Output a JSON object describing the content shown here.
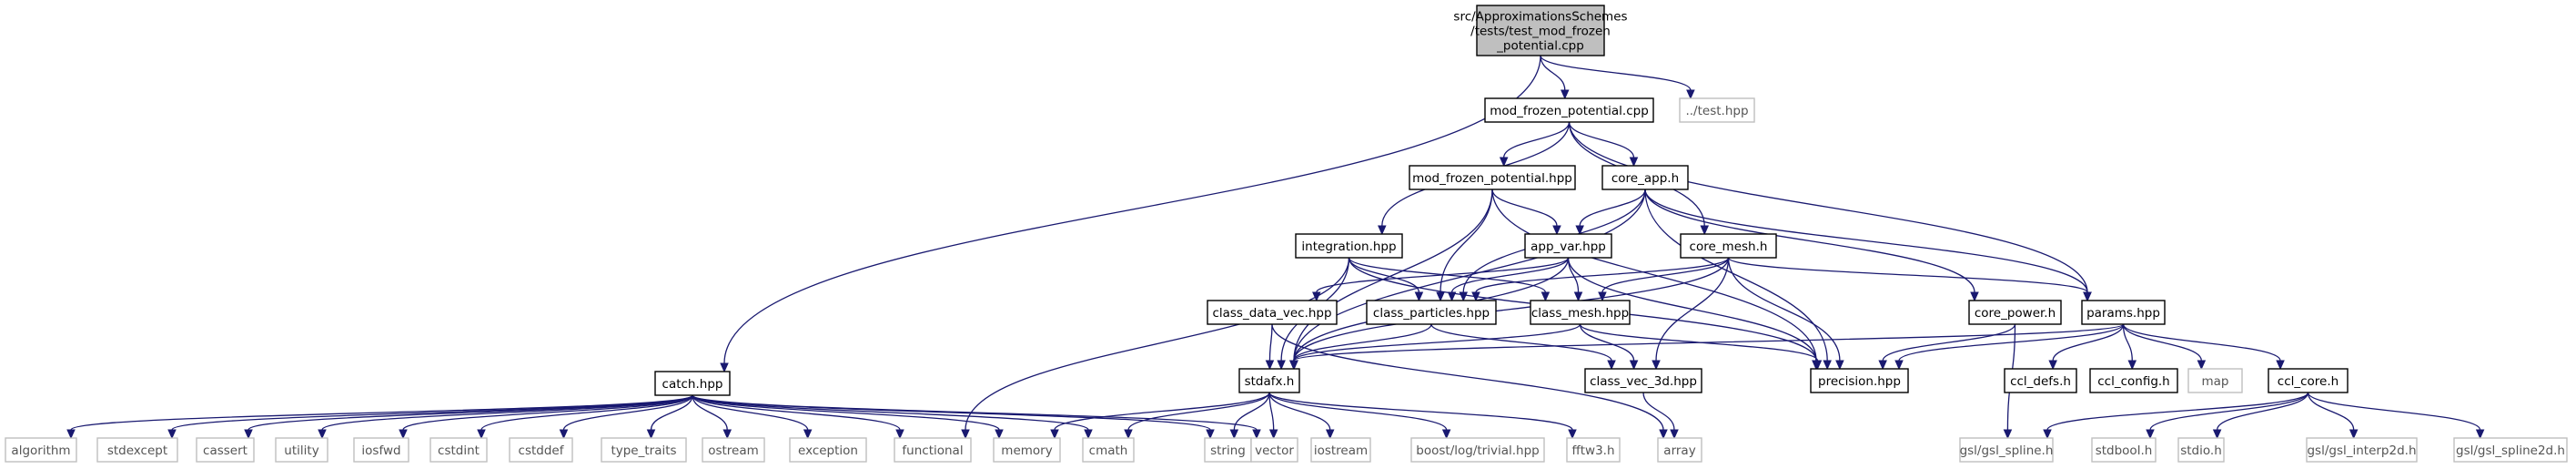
{
  "graph": {
    "root": "src/ApproximationsSchemes/tests/test_mod_frozen_potential.cpp",
    "colors": {
      "root_fill": "#bfbfbf",
      "root_border": "#000000",
      "node_fill": "#ffffff",
      "node_border": "#000000",
      "system_border": "#bfbfbf",
      "system_text": "#555555",
      "edge": "#191970"
    },
    "nodes": [
      {
        "id": "root",
        "lines": [
          "src/ApproximationsSchemes",
          "/tests/test_mod_frozen",
          "_potential.cpp"
        ],
        "kind": "root"
      },
      {
        "id": "test_hpp",
        "lines": [
          "../test.hpp"
        ],
        "kind": "system"
      },
      {
        "id": "mod_cpp",
        "lines": [
          "mod_frozen_potential.cpp"
        ],
        "kind": "normal"
      },
      {
        "id": "mod_hpp",
        "lines": [
          "mod_frozen_potential.hpp"
        ],
        "kind": "normal"
      },
      {
        "id": "core_app",
        "lines": [
          "core_app.h"
        ],
        "kind": "normal"
      },
      {
        "id": "integration",
        "lines": [
          "integration.hpp"
        ],
        "kind": "normal"
      },
      {
        "id": "app_var",
        "lines": [
          "app_var.hpp"
        ],
        "kind": "normal"
      },
      {
        "id": "core_mesh",
        "lines": [
          "core_mesh.h"
        ],
        "kind": "normal"
      },
      {
        "id": "class_data_vec",
        "lines": [
          "class_data_vec.hpp"
        ],
        "kind": "normal"
      },
      {
        "id": "class_particles",
        "lines": [
          "class_particles.hpp"
        ],
        "kind": "normal"
      },
      {
        "id": "class_mesh",
        "lines": [
          "class_mesh.hpp"
        ],
        "kind": "normal"
      },
      {
        "id": "core_power",
        "lines": [
          "core_power.h"
        ],
        "kind": "normal"
      },
      {
        "id": "params",
        "lines": [
          "params.hpp"
        ],
        "kind": "normal"
      },
      {
        "id": "catch",
        "lines": [
          "catch.hpp"
        ],
        "kind": "normal"
      },
      {
        "id": "stdafx",
        "lines": [
          "stdafx.h"
        ],
        "kind": "normal"
      },
      {
        "id": "class_vec_3d",
        "lines": [
          "class_vec_3d.hpp"
        ],
        "kind": "normal"
      },
      {
        "id": "precision",
        "lines": [
          "precision.hpp"
        ],
        "kind": "normal"
      },
      {
        "id": "ccl_defs",
        "lines": [
          "ccl_defs.h"
        ],
        "kind": "normal"
      },
      {
        "id": "ccl_config",
        "lines": [
          "ccl_config.h"
        ],
        "kind": "normal"
      },
      {
        "id": "map",
        "lines": [
          "map"
        ],
        "kind": "system"
      },
      {
        "id": "ccl_core",
        "lines": [
          "ccl_core.h"
        ],
        "kind": "normal"
      },
      {
        "id": "algorithm",
        "lines": [
          "algorithm"
        ],
        "kind": "system"
      },
      {
        "id": "stdexcept",
        "lines": [
          "stdexcept"
        ],
        "kind": "system"
      },
      {
        "id": "cassert",
        "lines": [
          "cassert"
        ],
        "kind": "system"
      },
      {
        "id": "utility",
        "lines": [
          "utility"
        ],
        "kind": "system"
      },
      {
        "id": "iosfwd",
        "lines": [
          "iosfwd"
        ],
        "kind": "system"
      },
      {
        "id": "cstdint",
        "lines": [
          "cstdint"
        ],
        "kind": "system"
      },
      {
        "id": "cstddef",
        "lines": [
          "cstddef"
        ],
        "kind": "system"
      },
      {
        "id": "type_traits",
        "lines": [
          "type_traits"
        ],
        "kind": "system"
      },
      {
        "id": "ostream",
        "lines": [
          "ostream"
        ],
        "kind": "system"
      },
      {
        "id": "exception",
        "lines": [
          "exception"
        ],
        "kind": "system"
      },
      {
        "id": "functional",
        "lines": [
          "functional"
        ],
        "kind": "system"
      },
      {
        "id": "memory",
        "lines": [
          "memory"
        ],
        "kind": "system"
      },
      {
        "id": "cmath",
        "lines": [
          "cmath"
        ],
        "kind": "system"
      },
      {
        "id": "string",
        "lines": [
          "string"
        ],
        "kind": "system"
      },
      {
        "id": "vector",
        "lines": [
          "vector"
        ],
        "kind": "system"
      },
      {
        "id": "iostream",
        "lines": [
          "iostream"
        ],
        "kind": "system"
      },
      {
        "id": "boost_log",
        "lines": [
          "boost/log/trivial.hpp"
        ],
        "kind": "system"
      },
      {
        "id": "fftw3",
        "lines": [
          "fftw3.h"
        ],
        "kind": "system"
      },
      {
        "id": "array",
        "lines": [
          "array"
        ],
        "kind": "system"
      },
      {
        "id": "gsl_spline",
        "lines": [
          "gsl/gsl_spline.h"
        ],
        "kind": "system"
      },
      {
        "id": "stdbool",
        "lines": [
          "stdbool.h"
        ],
        "kind": "system"
      },
      {
        "id": "stdio",
        "lines": [
          "stdio.h"
        ],
        "kind": "system"
      },
      {
        "id": "gsl_interp2d",
        "lines": [
          "gsl/gsl_interp2d.h"
        ],
        "kind": "system"
      },
      {
        "id": "gsl_spline2d",
        "lines": [
          "gsl/gsl_spline2d.h"
        ],
        "kind": "system"
      }
    ],
    "edges": [
      [
        "root",
        "mod_cpp"
      ],
      [
        "root",
        "test_hpp"
      ],
      [
        "root",
        "catch"
      ],
      [
        "mod_cpp",
        "mod_hpp"
      ],
      [
        "mod_cpp",
        "core_app"
      ],
      [
        "mod_cpp",
        "integration"
      ],
      [
        "mod_cpp",
        "core_mesh"
      ],
      [
        "mod_cpp",
        "params"
      ],
      [
        "mod_hpp",
        "app_var"
      ],
      [
        "mod_hpp",
        "class_particles"
      ],
      [
        "mod_hpp",
        "stdafx"
      ],
      [
        "mod_hpp",
        "precision"
      ],
      [
        "core_app",
        "app_var"
      ],
      [
        "core_app",
        "class_particles"
      ],
      [
        "core_app",
        "stdafx"
      ],
      [
        "core_app",
        "core_power"
      ],
      [
        "core_app",
        "params"
      ],
      [
        "core_app",
        "precision"
      ],
      [
        "integration",
        "class_particles"
      ],
      [
        "integration",
        "class_mesh"
      ],
      [
        "integration",
        "stdafx"
      ],
      [
        "integration",
        "functional"
      ],
      [
        "integration",
        "precision"
      ],
      [
        "app_var",
        "class_data_vec"
      ],
      [
        "app_var",
        "class_particles"
      ],
      [
        "app_var",
        "class_mesh"
      ],
      [
        "app_var",
        "stdafx"
      ],
      [
        "app_var",
        "precision"
      ],
      [
        "core_mesh",
        "class_particles"
      ],
      [
        "core_mesh",
        "class_mesh"
      ],
      [
        "core_mesh",
        "stdafx"
      ],
      [
        "core_mesh",
        "class_vec_3d"
      ],
      [
        "core_mesh",
        "precision"
      ],
      [
        "core_mesh",
        "params"
      ],
      [
        "class_data_vec",
        "stdafx"
      ],
      [
        "class_data_vec",
        "array"
      ],
      [
        "class_particles",
        "stdafx"
      ],
      [
        "class_particles",
        "class_vec_3d"
      ],
      [
        "class_mesh",
        "stdafx"
      ],
      [
        "class_mesh",
        "class_vec_3d"
      ],
      [
        "class_mesh",
        "precision"
      ],
      [
        "class_vec_3d",
        "array"
      ],
      [
        "core_power",
        "precision"
      ],
      [
        "core_power",
        "gsl_spline"
      ],
      [
        "params",
        "stdafx"
      ],
      [
        "params",
        "precision"
      ],
      [
        "params",
        "ccl_defs"
      ],
      [
        "params",
        "ccl_config"
      ],
      [
        "params",
        "map"
      ],
      [
        "params",
        "ccl_core"
      ],
      [
        "ccl_core",
        "gsl_spline"
      ],
      [
        "ccl_core",
        "stdbool"
      ],
      [
        "ccl_core",
        "stdio"
      ],
      [
        "ccl_core",
        "gsl_interp2d"
      ],
      [
        "ccl_core",
        "gsl_spline2d"
      ],
      [
        "catch",
        "algorithm"
      ],
      [
        "catch",
        "stdexcept"
      ],
      [
        "catch",
        "cassert"
      ],
      [
        "catch",
        "utility"
      ],
      [
        "catch",
        "iosfwd"
      ],
      [
        "catch",
        "cstdint"
      ],
      [
        "catch",
        "cstddef"
      ],
      [
        "catch",
        "type_traits"
      ],
      [
        "catch",
        "ostream"
      ],
      [
        "catch",
        "exception"
      ],
      [
        "catch",
        "functional"
      ],
      [
        "catch",
        "memory"
      ],
      [
        "catch",
        "cmath"
      ],
      [
        "catch",
        "string"
      ],
      [
        "catch",
        "vector"
      ],
      [
        "stdafx",
        "memory"
      ],
      [
        "stdafx",
        "cmath"
      ],
      [
        "stdafx",
        "string"
      ],
      [
        "stdafx",
        "vector"
      ],
      [
        "stdafx",
        "iostream"
      ],
      [
        "stdafx",
        "boost_log"
      ],
      [
        "stdafx",
        "fftw3"
      ]
    ]
  }
}
